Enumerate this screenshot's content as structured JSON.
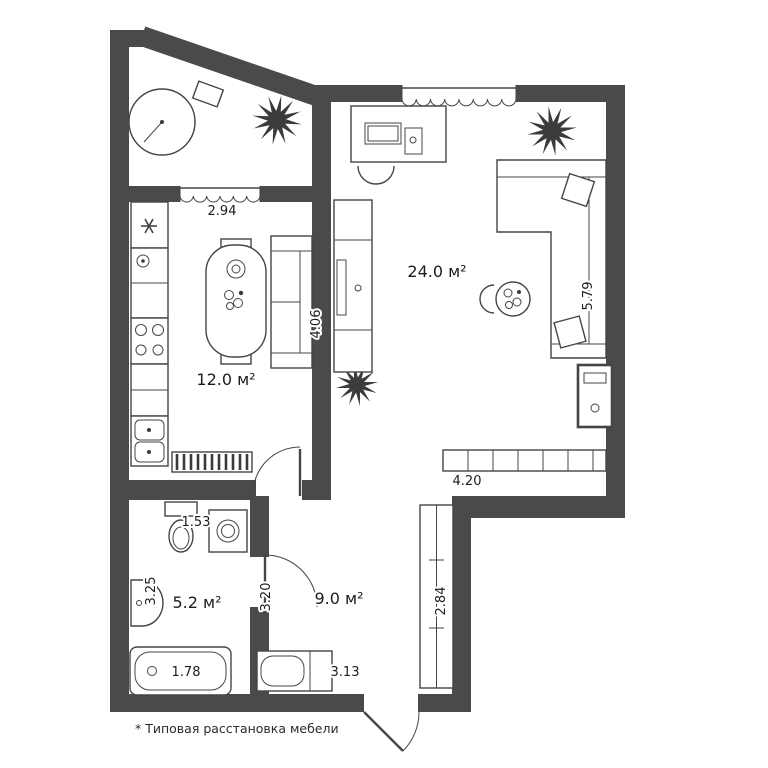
{
  "meta": {
    "footnote": "* Типовая расстановка мебели"
  },
  "rooms": {
    "living": "24.0 м²",
    "kitchen": "12.0 м²",
    "bath": "5.2 м²",
    "hall": "9.0 м²"
  },
  "dims": {
    "d294": "2.94",
    "d406": "4.06",
    "d579": "5.79",
    "d420": "4.20",
    "d153": "1.53",
    "d325": "3.25",
    "d320": "3.20",
    "d284": "2.84",
    "d178": "1.78",
    "d313": "3.13"
  },
  "colors": {
    "wall": "#4a4a4a",
    "line": "#454545",
    "text": "#1c1c1c"
  }
}
